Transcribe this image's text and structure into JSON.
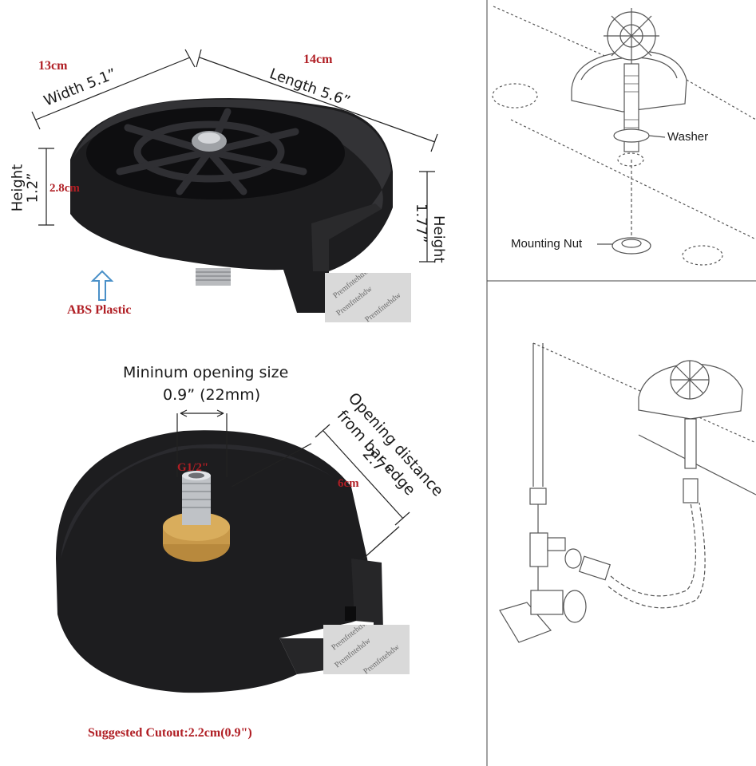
{
  "product_views": {
    "top": {
      "width_cm": "13cm",
      "width_in": "Width 5.1”",
      "length_cm": "14cm",
      "length_in": "Length 5.6”",
      "height_label_left": "Height",
      "height_value_left": "1.2”",
      "height_cm_left": "2.8cm",
      "height_label_right": "Height",
      "height_value_right": "1.77”",
      "material": "ABS Plastic"
    },
    "bottom": {
      "opening_title": "Mininum opening size",
      "opening_value": "0.9” (22mm)",
      "thread": "G1/2\"",
      "distance_line1": "Opening distance",
      "distance_line2": "from bar edge",
      "distance_line3": "2.7”",
      "distance_cm": "6cm",
      "cutout": "Suggested Cutout:2.2cm(0.9\")"
    },
    "watermark": [
      "Premfntehdw",
      "Premfntehdw",
      "Premfntehdw"
    ]
  },
  "install_diagrams": {
    "assembly": {
      "washer_label": "Washer",
      "nut_label": "Mounting Nut"
    }
  },
  "colors": {
    "dimension_red": "#b01e24",
    "arrow_blue": "#4a90c8",
    "product_black": "#1d1d1f"
  }
}
